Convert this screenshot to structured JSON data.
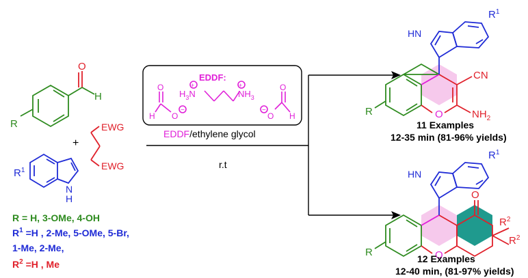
{
  "reagents": {
    "aldehyde_O": "O",
    "aldehyde_H": "H",
    "aldehyde_R": "R",
    "plus": "+",
    "ewg_top": "EWG",
    "ewg_bottom": "EWG",
    "indole_R1": "R",
    "indole_R1_sup": "1",
    "indole_N": "N",
    "indole_H": "H"
  },
  "catalyst": {
    "name": "EDDF:",
    "nh3_left": "H",
    "nh3_left_sub": "3",
    "nh3_left_N": "N",
    "nh3_right_N": "NH",
    "nh3_right_sub": "3",
    "plus_sign": "+",
    "minus_sign": "−",
    "formate_H": "H",
    "formate_O": "O",
    "formate_Ominus": "O"
  },
  "conditions": {
    "solvent_highlight": "EDDF",
    "solvent_rest": "/ethylene glycol",
    "temperature": "r.t"
  },
  "substituents": {
    "line1": "R = H, 3-OMe, 4-OH",
    "line2_R": "R",
    "line2_sup": "1",
    "line2_rest": " =H , 2-Me, 5-OMe, 5-Br,",
    "line3": "1-Me, 2-Me,",
    "line4_R": "R",
    "line4_sup": "2",
    "line4_rest": " =H , Me"
  },
  "product1": {
    "NH": "HN",
    "R1": "R",
    "R1_sup": "1",
    "CN": "CN",
    "NH2": "NH",
    "NH2_sub": "2",
    "O": "O",
    "R": "R",
    "examples": "11 Examples",
    "conditions": "12-35 min (81-96% yields)"
  },
  "product2": {
    "NH": "HN",
    "R1": "R",
    "R1_sup": "1",
    "ketone_O": "O",
    "R2a": "R",
    "R2a_sup": "2",
    "R2b": "R",
    "R2b_sup": "2",
    "O": "O",
    "R": "R",
    "examples": "12 Examples",
    "conditions": "12-40 min, (81-97% yields)"
  },
  "colors": {
    "green": "#2e8b1f",
    "blue": "#1f2bd6",
    "red": "#e0202a",
    "magenta": "#e020d8",
    "pink_fill": "#f6c9ec",
    "teal_fill": "#1f9a8e"
  }
}
